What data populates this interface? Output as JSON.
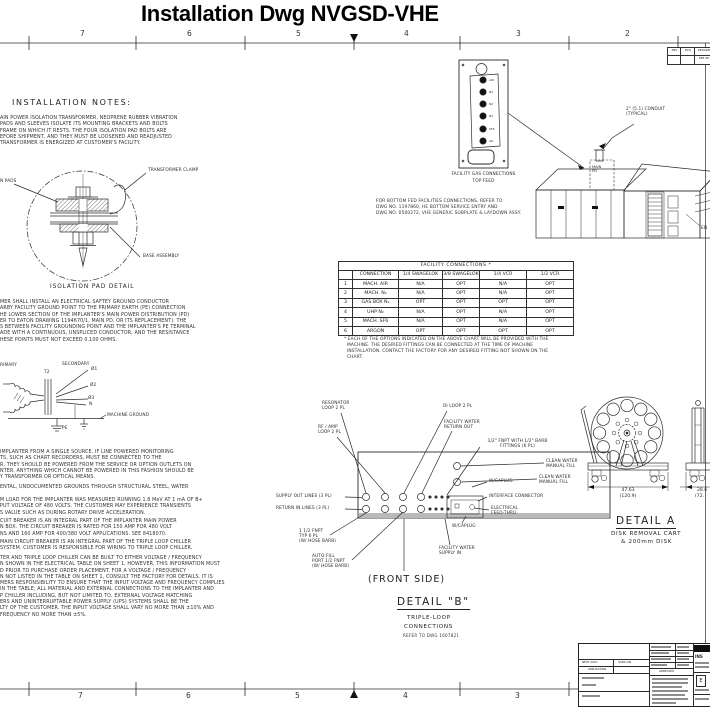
{
  "sheet": {
    "title": "Installation Dwg NVGSD-VHE",
    "zones": [
      "7",
      "6",
      "5",
      "4",
      "3",
      "2"
    ]
  },
  "rev_block": {
    "rev": "REV",
    "eco": "ECO",
    "descrip": "DESCRIP",
    "entry": "SEE SH"
  },
  "notes": {
    "heading": "INSTALLATION NOTES:",
    "para1": [
      "AIN POWER ISOLATION TRANSFORMER, NEOPRENE RUBBER VIBRATION",
      "PADS AND SLEEVES ISOLATE ITS MOUNTING BRACKETS AND BOLTS",
      "FRAME ON WHICH IT RESTS. THE FOUR ISOLATION PAD BOLTS ARE",
      "EFORE SHIPMENT, AND THEY MUST BE LOOSENED AND READJUSTED",
      "TRANSFORMER IS ENERGIZED AT CUSTOMER'S FACILITY."
    ],
    "para2": [
      "MER SHALL INSTALL AN ELECTRICAL SAFTEY GROUND CONDUCTOR",
      "ARBY FACILITY GROUND POINT TO THE PRIMARY EARTH (PE) CONNECTION",
      "HE LOWER SECTION OF THE IMPLANTER'S MAIN POWER DISTRIBUTION (PD)",
      "ER TO EATON DRAWING 1194670/1, MAIN PD, OR ITS REPLACEMENT). THE",
      "S BETWEEN FACILITY GROUNDING POINT AND THE IMPLANTER'S PE TERMINAL",
      "ADE WITH A CONTINUOUS, UNSPLICED CONDUCTOR, AND THE RESISTANCE",
      "HESE POINTS MUST NOT EXCEED 0.100 OHMS."
    ],
    "para3": [
      "IMPLANTER FROM A SINGLE SOURCE. IF LINE POWERED MONITORING",
      "TS, SUCH AS CHART RECORDERS, MUST BE CONNECTED TO THE",
      "R, THEY SHOULD BE POWERED FROM THE SERVICE OR OPTION OUTLETS ON",
      "NTER. ANYTHING WHICH CANNOT BE POWERED IN THIS FASHION SHOULD BE",
      "Y TRANSFORMER OR OPTICAL MEANS."
    ],
    "para3b": [
      "ENTAL, UNDOCUMENTED GROUNDS THROUGH STRUCTURAL STEEL, WATER"
    ],
    "para4a": [
      "M LOAD FOR THE IMPLANTER WAS MEASURED RUNNING 1.8 MeV AT 1 mA OF B+",
      "PUT VOLTAGE OF 480 VOLTS. THE CUSTOMER MAY EXPERIENCE TRANSIENTS",
      "S VALUE SUCH AS DURING ROTARY DRIVE ACCELERATION."
    ],
    "para4b": [
      "CUIT BREAKER IS AN INTEGRAL PART OF THE IMPLANTER MAIN POWER",
      "N BOX. THE CIRCUIT BREAKER IS RATED FOR 150 AMP FOR 480 VOLT",
      "NS AND 160 AMP FOR 400/380 VOLT APPLICATIONS. SEE 8418070."
    ],
    "para4c": [
      "MAIN CIRCUIT BREAKER IS AN INTEGRAL PART OF THE TRIPLE LOOP CHILLER",
      "SYSTEM. CUSTOMER IS RESPONSIBLE FOR WIRING TO TRIPLE LOOP CHILLER."
    ],
    "para4d": [
      "TER AND TRIPLE LOOP CHILLER CAN BE BUILT TO EITHER VOLTAGE / FREQUENCY",
      "N SHOWN IN THE ELECTRICAL TABLE ON SHEET 1, HOWEVER, THIS INFORMATION MUST",
      "D PRIOR TO PURCHASE ORDER PLACEMENT. FOR A VOLTAGE / FREQUENCY",
      "N NOT LISTED IN THE TABLE ON SHEET 1, CONSULT THE FACTORY FOR DETAILS. IT IS",
      "MERS RESPONSIBILITY TO ENSURE THAT THE INPUT VOLTAGE AND FREQUENCY COMPLIES",
      "IN THE TABLE; ALL MATERIAL AND EXTERNAL CONNECTIONS TO THE IMPLANTER AND",
      "P CHILLER INCLUDING, BUT NOT LIMITED TO, EXTERNAL VOLTAGE MATCHING",
      "ERS AND UNINTERRUPTABLE POWER SUPPLY (UPS) SYSTEMS SHALL BE THE",
      "LTY OF THE CUSTOMER. THE INPUT VOLTAGE SHALL VARY NO MORE THAN ±10% AND",
      "FREQUENCY NO MORE THAN ±5%."
    ]
  },
  "isolation_detail": {
    "pads_label": "N PADS",
    "clamp_label": "TRANSFORMER CLAMP",
    "base_label": "BASE ASSEMBLY",
    "caption": "ISOLATION PAD DETAIL"
  },
  "transformer": {
    "primary": "RIMARY",
    "t2": "T2",
    "secondary": "SECONDARY",
    "ph1": "Ø1",
    "ph2": "Ø2",
    "ph3": "Ø3",
    "neutral": "N",
    "machine_ground": "MACHINE GROUND",
    "pe": "PE"
  },
  "gas_panel": {
    "caption_line1": "FACILITY GAS CONNECTIONS",
    "caption_line2": "TOP FEED",
    "ports": [
      "AIR",
      "N2",
      "N2",
      "N2",
      "SF6",
      "AR"
    ]
  },
  "machine": {
    "conduit_label": "2\" (5.1) CONDUIT\n(TYPICAL)",
    "main_pd": "MAIN\nPD",
    "edge_label": "EN"
  },
  "bottom_fed_note": [
    "FOR BOTTOM FED FACILITIES CONNECTIONS, REFER TO",
    "DWG NO. 1197860, HE BOTTOM SERVICE ENTRY AND",
    "DWG NO. 0500272, VHE GENERIC SUBPLATE & LAYDOWN ASSY."
  ],
  "facility_table": {
    "title": "FACILITY CONNECTIONS *",
    "headers": [
      "",
      "CONNECTION",
      "1/4 SWAGELOK",
      "3/8 SWAGELOK",
      "1/4 VCR",
      "1/2 VCR"
    ],
    "rows": [
      [
        "1",
        "MACH. AIR",
        "N/A",
        "OPT",
        "N/A",
        "OPT"
      ],
      [
        "2",
        "MACH. N₂",
        "N/A",
        "OPT",
        "N/A",
        "OPT"
      ],
      [
        "3",
        "GAS BOX N₂",
        "OPT",
        "OPT",
        "OPT",
        "OPT"
      ],
      [
        "4",
        "UHP N₂",
        "N/A",
        "OPT",
        "N/A",
        "OPT"
      ],
      [
        "5",
        "MACH. SF6",
        "N/A",
        "OPT",
        "N/A",
        "OPT"
      ],
      [
        "6",
        "ARGON",
        "OPT",
        "OPT",
        "OPT",
        "OPT"
      ]
    ],
    "footnote": [
      "* EACH OF THE OPTIONS INDICATED ON THE ABOVE CHART WILL BE PROVIDED WITH THE",
      "  MACHINE. THE DESIRED FITTINGS CAN BE CONNECTED AT THE TIME OF MACHINE",
      "  INSTALLATION. CONTACT THE FACTORY FOR ANY DESIRED FITTING NOT SHOWN ON THE",
      "  CHART."
    ]
  },
  "detail_b": {
    "resonator": "RESONATOR\nLOOP 2 PL",
    "di_loop": "DI LOOP 2 PL",
    "rf_amp": "RF / AMP\nLOOP 2 PL",
    "facility_water_return": "FACILITY WATER\nRETURN OUT",
    "barb_fittings": "1/2\" FNPT WITH 1/2\" BARB\nFITTINGS (6 PL)",
    "supply_out": "SUPPLY OUT LINES (3 PL)",
    "return_in": "RETURN IN LINES (3 PL)",
    "clean_water_1": "CLEAN WATER\nMANUAL FILL",
    "clean_water_2": "CLEAN WATER\nMANUAL FILL",
    "caplug_1": "W/CAPLUG",
    "interface": "INTERFACE CONNECTOR",
    "electrical": "ELECTRICAL\nFEED-THRU",
    "caplug_2": "W/CAPLUG",
    "fnpt_6pl": "1 1/2 FNPT\nTYP 6 PL\n(W/ HOSE BARB)",
    "auto_fill": "AUTO FILL\nPORT 1/2 FNPT\n(W/ HOSE BARB)",
    "facility_water_supply": "FACILITY WATER\nSUPPLY IN",
    "front_side": "(FRONT SIDE)",
    "title": "DETAIL \"B\"",
    "subtitle1": "TRIPLE-LOOP",
    "subtitle2": "CONNECTIONS",
    "reference": "REFER TO DWG 1607821"
  },
  "detail_a": {
    "dim_width": "47.63",
    "dim_width_mm": "(120.9)",
    "dim_depth": "28.6",
    "dim_depth_mm": "(72.",
    "title": "DETAIL A",
    "subtitle1": "DISK REMOVAL CART",
    "subtitle2": "& 200mm DISK"
  },
  "title_block": {
    "next_assy": "NEXT ASSY",
    "used_on": "USED ON",
    "application": "APPLICATION",
    "approved": "APPROVED",
    "size": "E",
    "title_partial": "INS"
  }
}
